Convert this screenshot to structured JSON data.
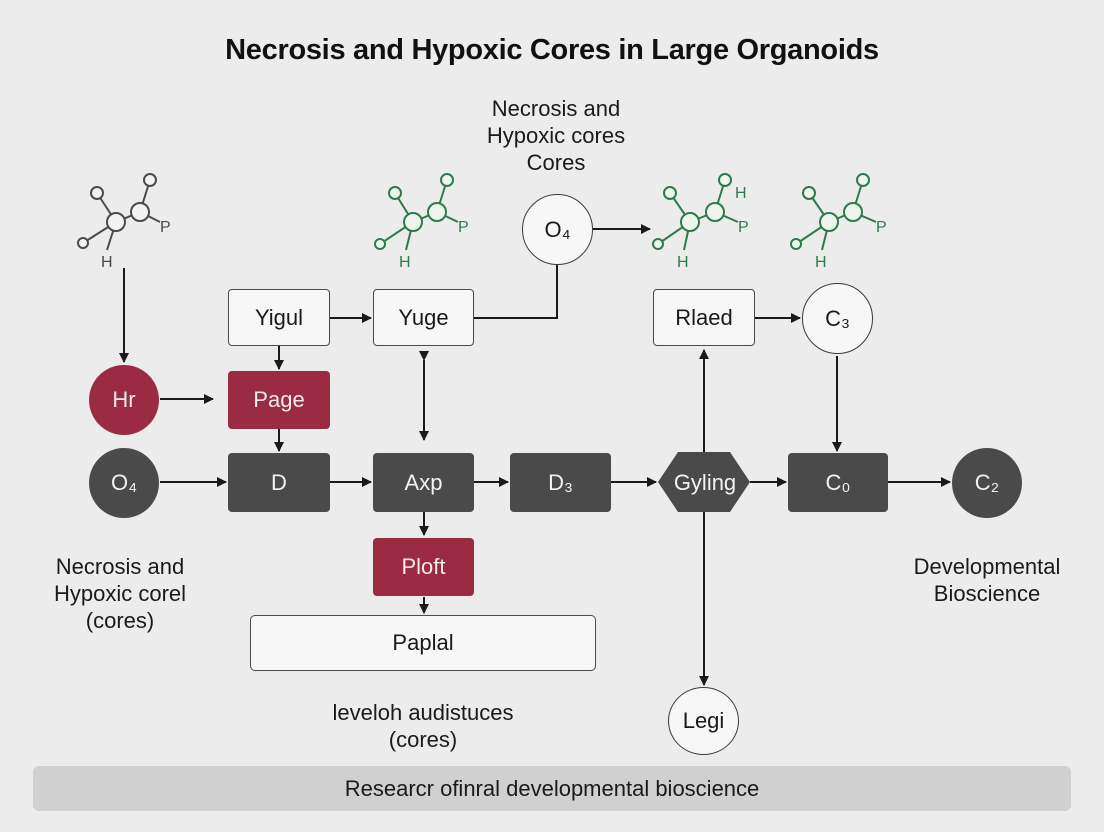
{
  "title": "Necrosis and Hypoxic Cores in Large Organoids",
  "top_label": {
    "line1": "Necrosis and",
    "line2": "Hypoxic cores",
    "line3": "Cores"
  },
  "left_label": {
    "line1": "Necrosis and",
    "line2": "Hypoxic corel",
    "line3": "(cores)"
  },
  "right_label": {
    "line1": "Developmental",
    "line2": "Bioscience"
  },
  "bottom_label": {
    "line1": "leveloh audistuces",
    "line2": "(cores)"
  },
  "nodes": {
    "yigul": "Yigul",
    "yuge": "Yuge",
    "o4_top": "O₄",
    "rlaed": "Rlaed",
    "c3": "C₃",
    "hr": "Hr",
    "page": "Page",
    "o4_left": "O₄",
    "d": "D",
    "axp": "Axp",
    "d3": "D₃",
    "gyling": "Gyling",
    "c0": "C₀",
    "c2": "C₂",
    "ploft": "Ploft",
    "paplal": "Paplal",
    "legi": "Legi"
  },
  "molecule_atoms": {
    "h": "H",
    "p": "P"
  },
  "colors": {
    "background": "#ececec",
    "dark_node": "#4a4a4a",
    "red_node": "#9b2a43",
    "molecule_gray": "#4a4a4a",
    "molecule_green": "#2f7a4a",
    "footer_bar": "#d0d0d0"
  },
  "footer": "Researcr ofinral developmental bioscience"
}
